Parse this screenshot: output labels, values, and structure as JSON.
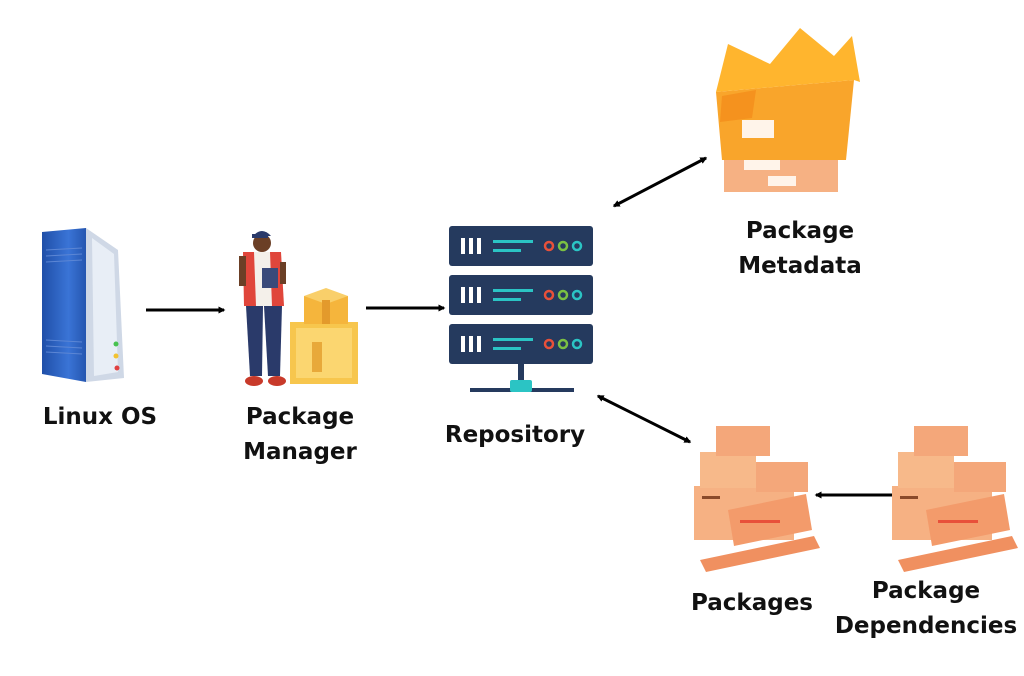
{
  "nodes": {
    "linux_os": "Linux OS",
    "package_manager": "Package\nManager",
    "repository": "Repository",
    "package_metadata": "Package\nMetadata",
    "packages": "Packages",
    "package_dependencies": "Package\nDependencies"
  },
  "colors": {
    "arrow": "#000000",
    "server_rack": "#253a5e",
    "server_accent": "#2bc4c4",
    "box_orange": "#f9a52b",
    "box_peach": "#f6b183",
    "tower_blue": "#2f64c2"
  }
}
